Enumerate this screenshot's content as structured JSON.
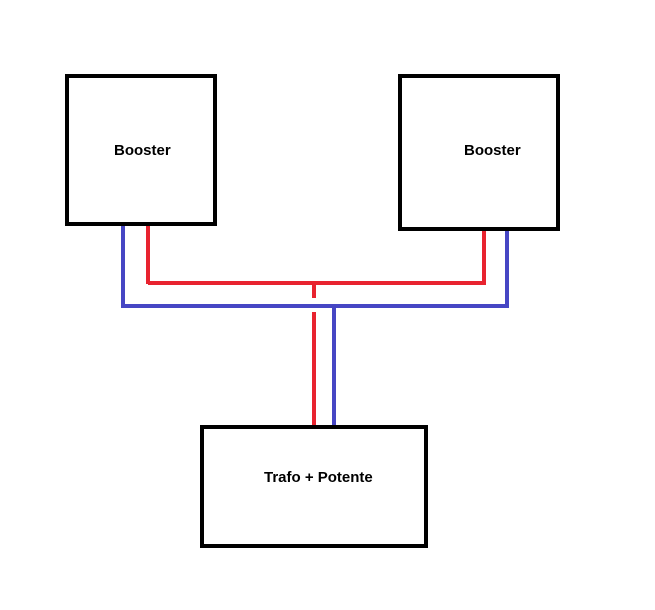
{
  "diagram": {
    "boxes": {
      "booster_left": {
        "label": "Booster"
      },
      "booster_right": {
        "label": "Booster"
      },
      "trafo": {
        "label": "Trafo + Potente"
      }
    },
    "colors": {
      "background": "#ffffff",
      "box_border": "#000000",
      "wire_positive": "#e8232f",
      "wire_negative": "#4646c4"
    }
  }
}
